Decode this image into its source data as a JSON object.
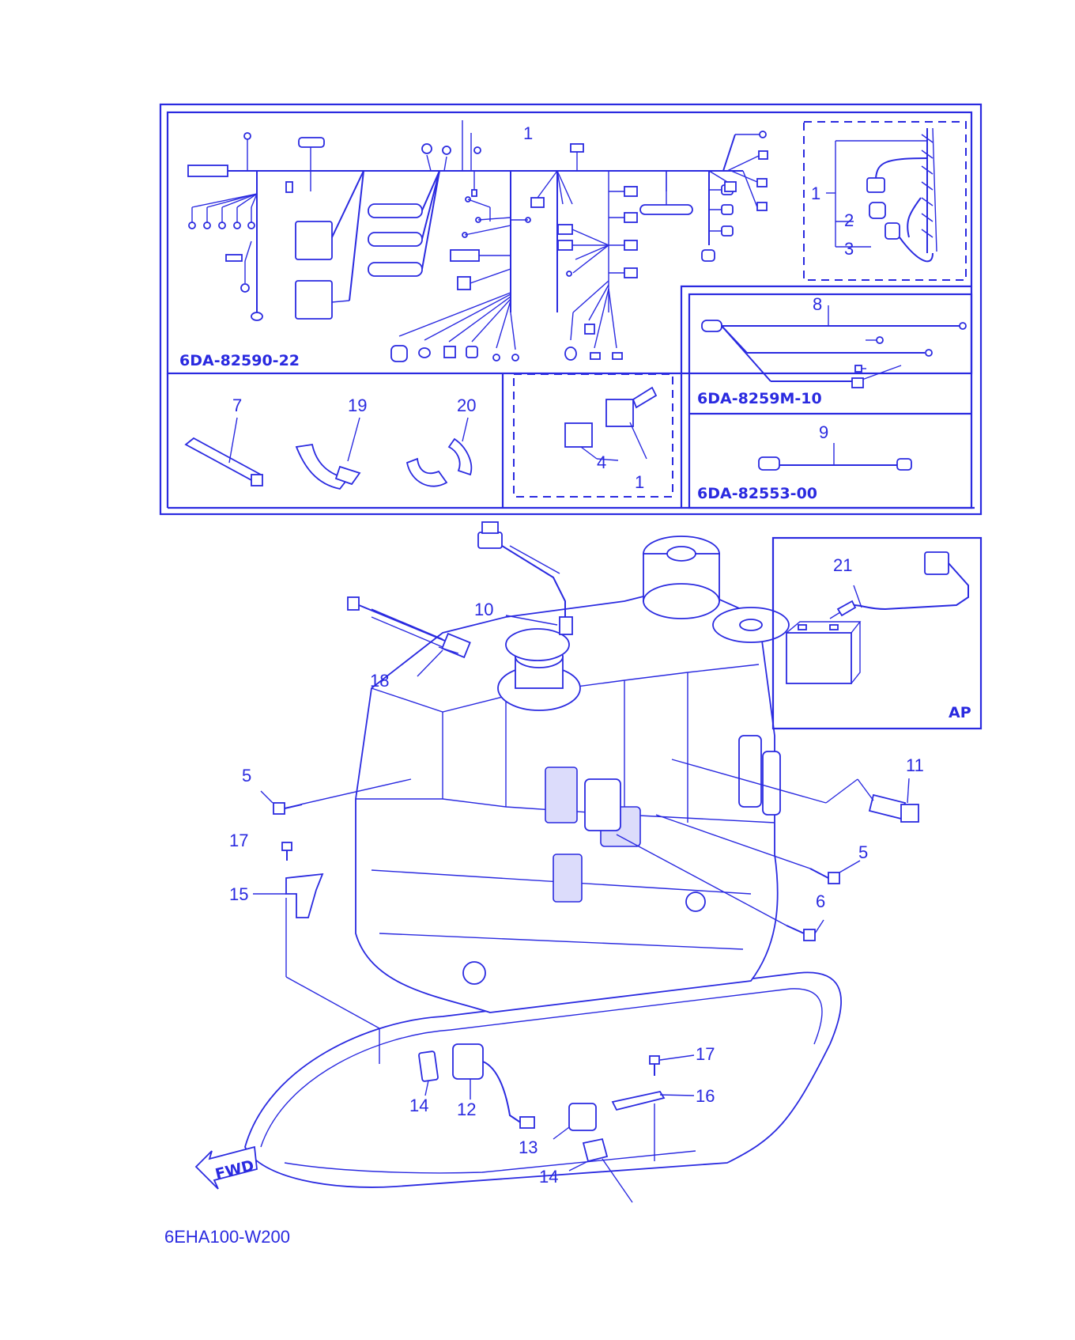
{
  "diagram": {
    "codes": {
      "main_harness": "6DA-82590-22",
      "sub_harness": "6DA-8259M-10",
      "lead": "6DA-82553-00",
      "drawing_id": "6EHA100-W200"
    },
    "labels": {
      "harness_1": "1",
      "detail_1": "1",
      "detail_2": "2",
      "detail_3": "3",
      "item_7": "7",
      "item_19": "19",
      "item_20": "20",
      "item_4": "4",
      "item_1b": "1",
      "item_8": "8",
      "item_9": "9",
      "item_10": "10",
      "item_18": "18",
      "item_21": "21",
      "ap": "AP",
      "item_5a": "5",
      "item_11": "11",
      "item_5b": "5",
      "item_17a": "17",
      "item_15": "15",
      "item_6": "6",
      "item_17b": "17",
      "item_16": "16",
      "item_14a": "14",
      "item_12": "12",
      "item_13": "13",
      "item_14b": "14",
      "fwd": "FWD"
    },
    "colors": {
      "line": "#2a2ae0",
      "background": "#ffffff"
    }
  }
}
